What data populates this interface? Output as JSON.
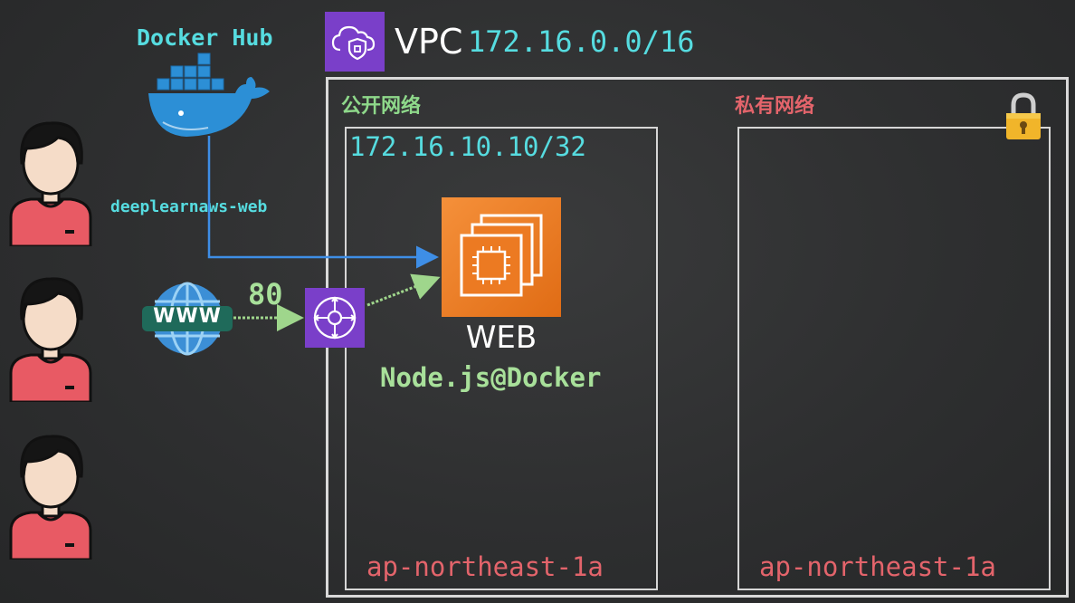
{
  "vpc": {
    "title": "VPC",
    "cidr": "172.16.0.0/16"
  },
  "docker_hub": {
    "label": "Docker Hub",
    "image_name": "deeplearnaws-web"
  },
  "internet": {
    "icon_text": "WWW",
    "port": "80"
  },
  "public_subnet": {
    "label": "公开网络",
    "cidr": "172.16.10.10/32",
    "az": "ap-northeast-1a"
  },
  "private_subnet": {
    "label": "私有网络",
    "az": "ap-northeast-1a"
  },
  "instance": {
    "name": "WEB",
    "runtime": "Node.js@Docker"
  },
  "colors": {
    "background": "#2f3031",
    "cyan": "#56dce0",
    "green": "#a8e09a",
    "public_label": "#8ed88a",
    "private_label": "#e3646b",
    "ec2_orange": "#f07e1f",
    "vpc_purple": "#7a3fc9",
    "arrow_blue": "#3e8ee6",
    "arrow_green": "#9fd68c"
  },
  "icons": [
    "user-avatar-icon",
    "docker-whale-icon",
    "www-globe-icon",
    "vpc-shield-icon",
    "internet-gateway-icon",
    "ec2-instance-icon",
    "lock-icon"
  ]
}
